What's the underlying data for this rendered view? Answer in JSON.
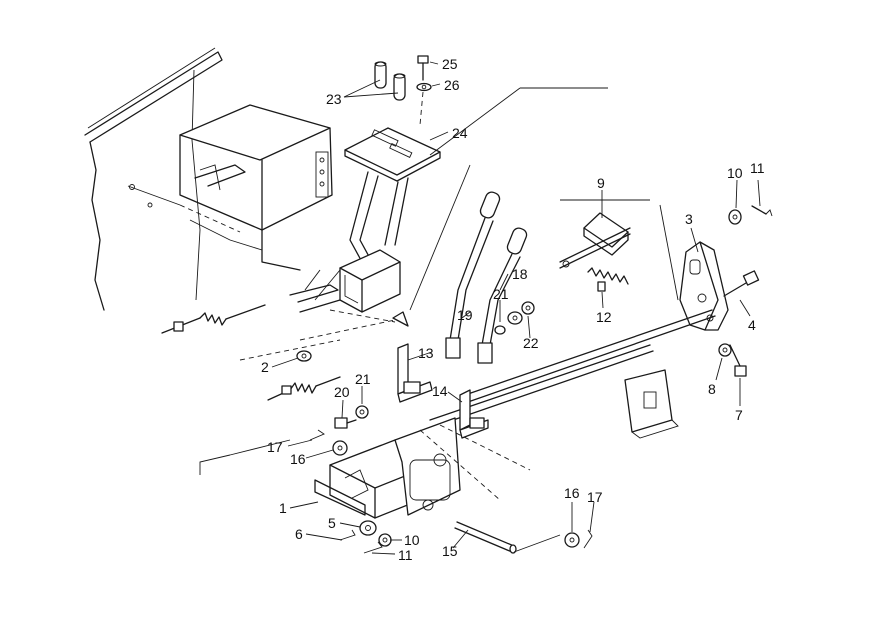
{
  "callouts": [
    {
      "id": "c1",
      "text": "1"
    },
    {
      "id": "c2",
      "text": "2"
    },
    {
      "id": "c3",
      "text": "3"
    },
    {
      "id": "c4",
      "text": "4"
    },
    {
      "id": "c5",
      "text": "5"
    },
    {
      "id": "c6",
      "text": "6"
    },
    {
      "id": "c7",
      "text": "7"
    },
    {
      "id": "c8",
      "text": "8"
    },
    {
      "id": "c9",
      "text": "9"
    },
    {
      "id": "c10a",
      "text": "10"
    },
    {
      "id": "c10b",
      "text": "10"
    },
    {
      "id": "c11a",
      "text": "11"
    },
    {
      "id": "c11b",
      "text": "11"
    },
    {
      "id": "c12",
      "text": "12"
    },
    {
      "id": "c13",
      "text": "13"
    },
    {
      "id": "c14",
      "text": "14"
    },
    {
      "id": "c15",
      "text": "15"
    },
    {
      "id": "c16a",
      "text": "16"
    },
    {
      "id": "c16b",
      "text": "16"
    },
    {
      "id": "c17a",
      "text": "17"
    },
    {
      "id": "c17b",
      "text": "17"
    },
    {
      "id": "c18",
      "text": "18"
    },
    {
      "id": "c19",
      "text": "19"
    },
    {
      "id": "c20",
      "text": "20"
    },
    {
      "id": "c21a",
      "text": "21"
    },
    {
      "id": "c21b",
      "text": "21"
    },
    {
      "id": "c22",
      "text": "22"
    },
    {
      "id": "c23",
      "text": "23"
    },
    {
      "id": "c24",
      "text": "24"
    },
    {
      "id": "c25",
      "text": "25"
    },
    {
      "id": "c26",
      "text": "26"
    }
  ]
}
